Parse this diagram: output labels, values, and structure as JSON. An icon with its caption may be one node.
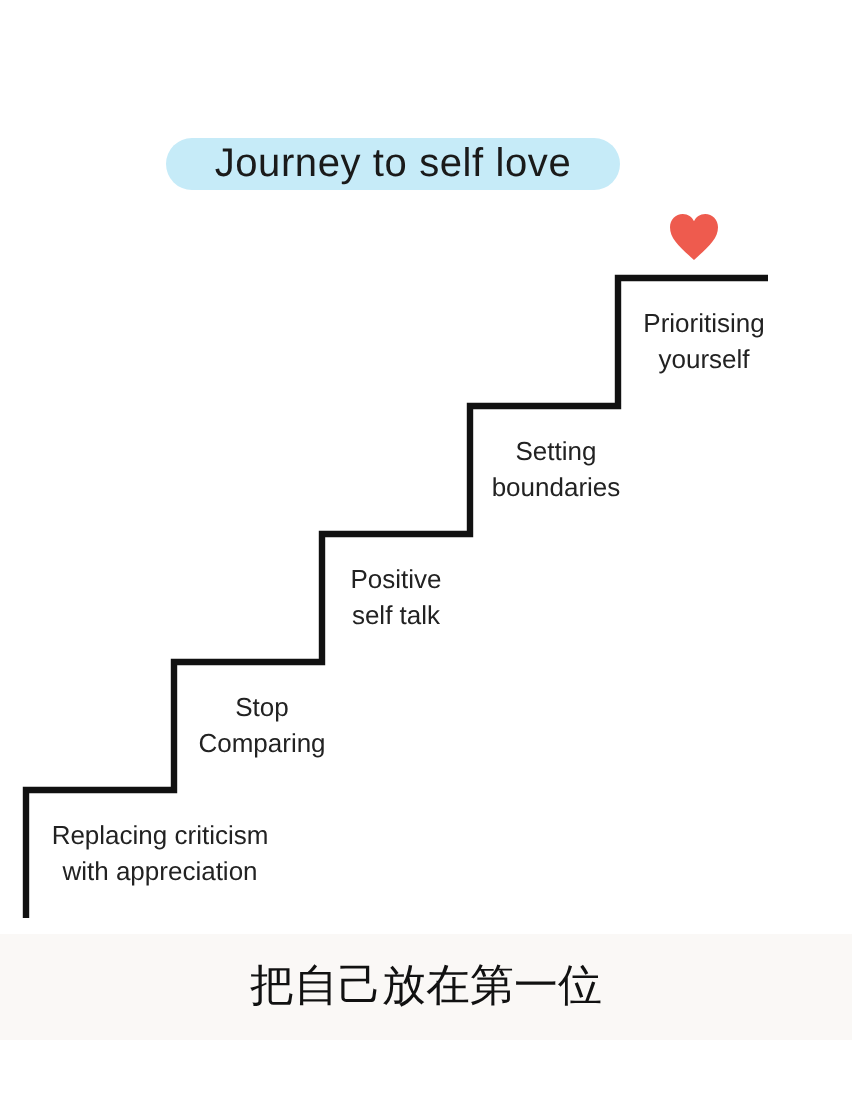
{
  "diagram": {
    "title": "Journey to self love",
    "labels": [
      "Replacing criticism with appreciation",
      "Stop Comparing",
      "Positive self talk",
      "Setting boundaries",
      "Prioritising yourself"
    ],
    "caption": "把自己放在第一位"
  }
}
